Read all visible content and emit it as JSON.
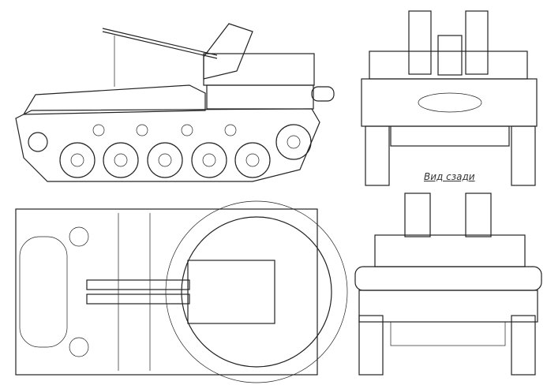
{
  "drawing": {
    "views": [
      "side-view",
      "rear-view",
      "top-view",
      "front-view"
    ],
    "rear_view_caption": "Вид сзади",
    "line_color": "#222222",
    "background": "#ffffff"
  }
}
